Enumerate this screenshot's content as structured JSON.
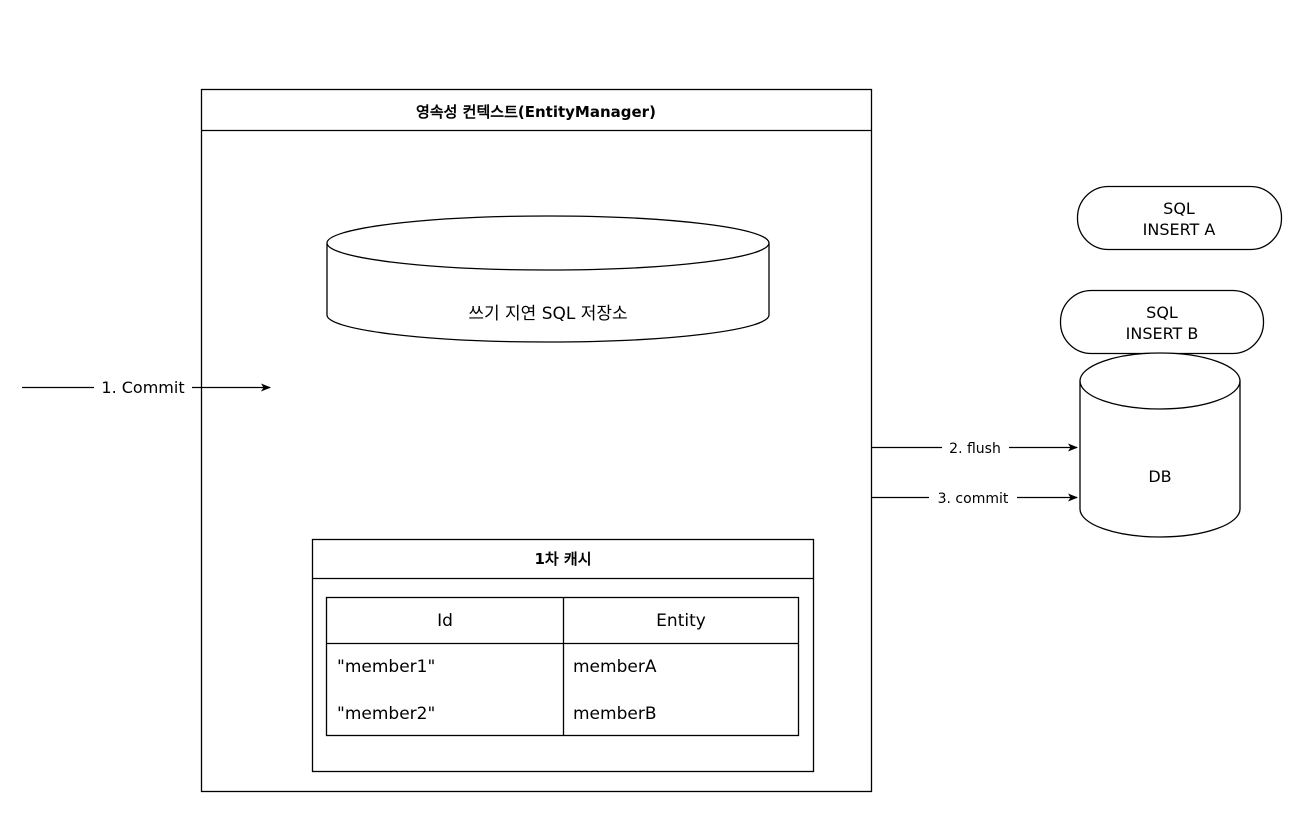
{
  "persistence_context": {
    "title": "영속성 컨텍스트(EntityManager)"
  },
  "write_behind_store": {
    "label": "쓰기  지연 SQL 저장소"
  },
  "first_level_cache": {
    "title": "1차 캐시",
    "columns": [
      "Id",
      "Entity"
    ],
    "rows": [
      [
        "\"member1\"",
        "memberA"
      ],
      [
        "\"member2\"",
        "memberB"
      ]
    ]
  },
  "sql_statements": [
    {
      "line1": "SQL",
      "line2": "INSERT A"
    },
    {
      "line1": "SQL",
      "line2": "INSERT B"
    }
  ],
  "database": {
    "label": "DB"
  },
  "arrows": {
    "commit_in": "1. Commit",
    "flush": "2. flush",
    "commit_db": "3. commit"
  }
}
